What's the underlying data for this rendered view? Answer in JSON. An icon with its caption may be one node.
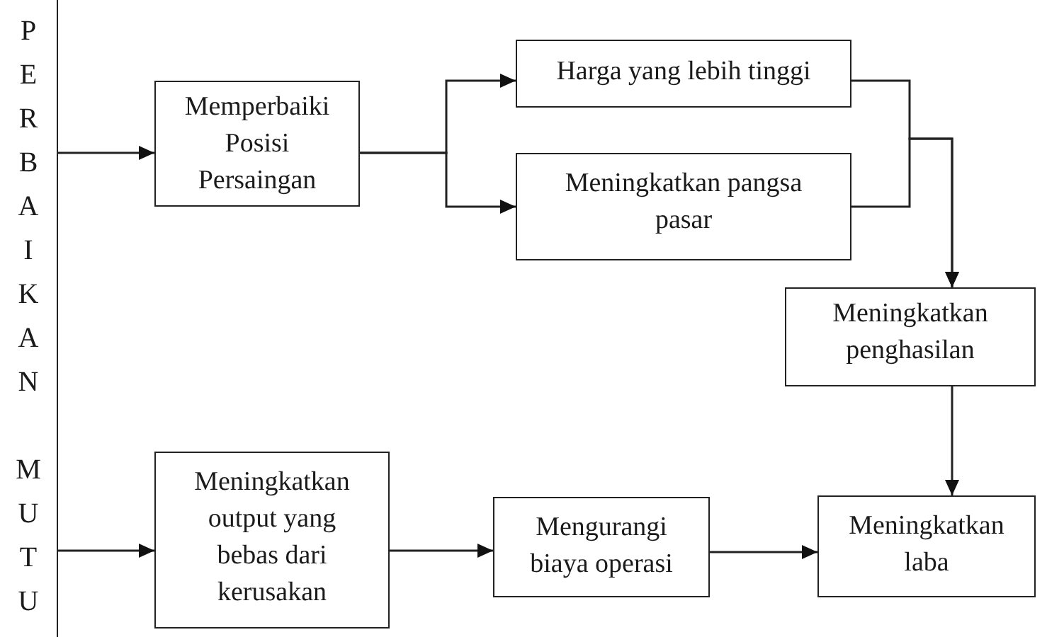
{
  "diagram": {
    "nodes": [
      {
        "text": [
          "PERBAIKAN MUTU"
        ]
      },
      {
        "text": [
          "Memperbaiki Posisi Persaingan"
        ]
      },
      {
        "text": [
          "Harga yang lebih tinggi"
        ]
      },
      {
        "text": [
          "Meningkatkan pangsa pasar"
        ]
      },
      {
        "text": [
          "Meningkatkan penghasilan"
        ]
      },
      {
        "text": [
          "Meningkatkan output yang bebas dari kerusakan"
        ]
      },
      {
        "text": [
          "Mengurangi biaya operasi"
        ]
      },
      {
        "text": [
          "Meningkatkan laba"
        ]
      }
    ],
    "edges": [
      {
        "from": 0,
        "to": 1,
        "arrow": "to"
      },
      {
        "from": 1,
        "to": 2,
        "arrow": "to"
      },
      {
        "from": 1,
        "to": 3,
        "arrow": "to"
      },
      {
        "from": 2,
        "to": 4,
        "arrow": "to"
      },
      {
        "from": 3,
        "to": 4,
        "arrow": "to"
      },
      {
        "from": 4,
        "to": 7,
        "arrow": "to"
      },
      {
        "from": 0,
        "to": 5,
        "arrow": "to"
      },
      {
        "from": 5,
        "to": 6,
        "arrow": "to"
      },
      {
        "from": 6,
        "to": 7,
        "arrow": "to"
      }
    ]
  }
}
